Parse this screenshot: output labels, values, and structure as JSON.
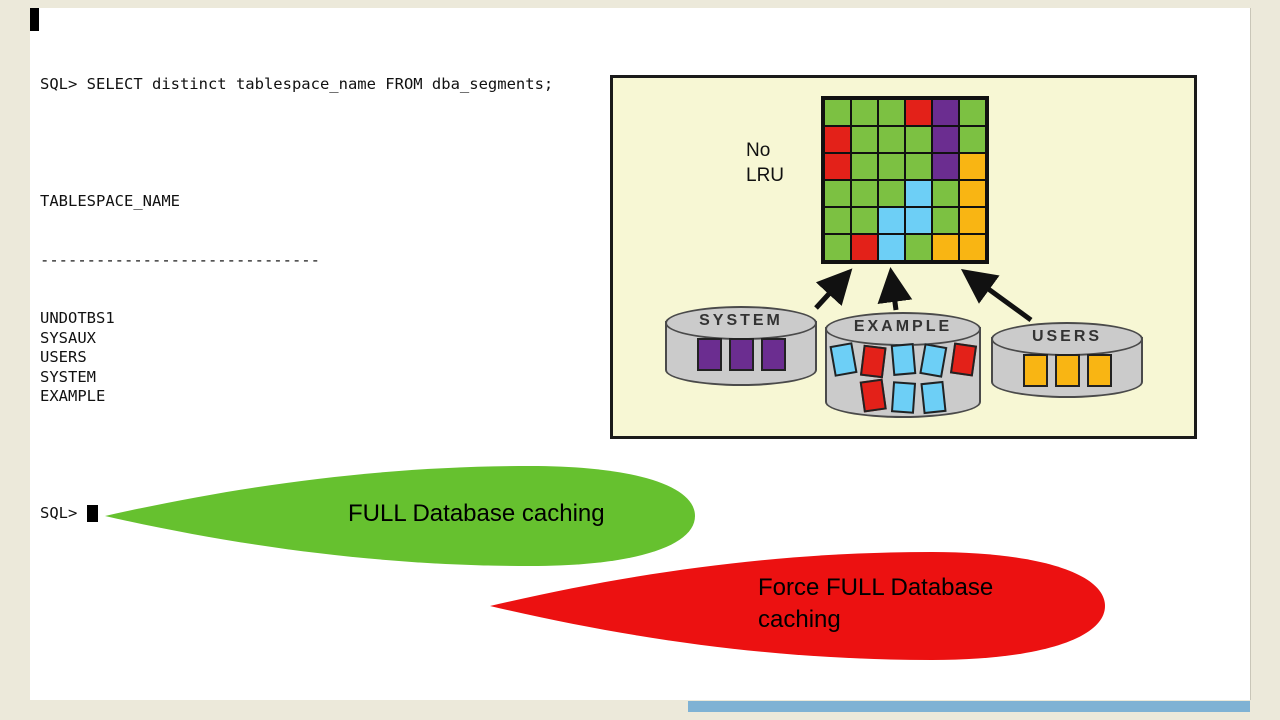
{
  "page": {
    "bg_color": "#ece9da",
    "accent_bar_color": "#000000",
    "bottom_bar_color": "#7fb2d4"
  },
  "terminal": {
    "query_line": "SQL> SELECT distinct tablespace_name FROM dba_segments;",
    "column_header": "TABLESPACE_NAME",
    "separator": "------------------------------",
    "rows": [
      "UNDOTBS1",
      "SYSAUX",
      "USERS",
      "SYSTEM",
      "EXAMPLE"
    ],
    "prompt": "SQL>"
  },
  "diagram": {
    "label_line1": "No",
    "label_line2": "LRU",
    "colors": {
      "g": "#7cc142",
      "r": "#e32119",
      "p": "#6b2d90",
      "c": "#6dcff6",
      "y": "#f9b513"
    },
    "grid": [
      [
        "g",
        "g",
        "g",
        "r",
        "p",
        "g"
      ],
      [
        "r",
        "g",
        "g",
        "g",
        "p",
        "g"
      ],
      [
        "r",
        "g",
        "g",
        "g",
        "p",
        "y"
      ],
      [
        "g",
        "g",
        "g",
        "c",
        "g",
        "y"
      ],
      [
        "g",
        "g",
        "c",
        "c",
        "g",
        "y"
      ],
      [
        "g",
        "r",
        "c",
        "g",
        "y",
        "y"
      ]
    ],
    "cylinders": [
      {
        "label": "SYSTEM",
        "blocks": [
          "p",
          "p",
          "p"
        ]
      },
      {
        "label": "EXAMPLE",
        "blocks": [
          "c",
          "r",
          "c",
          "c",
          "r",
          "r",
          "c",
          "c"
        ]
      },
      {
        "label": "USERS",
        "blocks": [
          "y",
          "y",
          "y"
        ]
      }
    ]
  },
  "green_callout": {
    "text": "FULL Database caching",
    "color": "#66c12f"
  },
  "red_callout": {
    "line1": "Force FULL Database",
    "line2": "caching",
    "color": "#ec1111"
  }
}
